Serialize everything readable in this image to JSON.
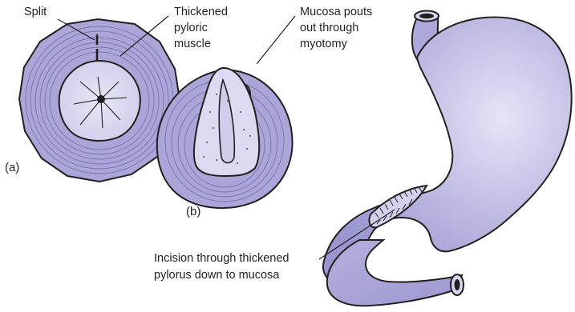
{
  "labels": {
    "split": "Split",
    "thickened_line1": "Thickened",
    "thickened_line2": "pyloric",
    "thickened_line3": "muscle",
    "mucosa_line1": "Mucosa pouts",
    "mucosa_line2": "out through",
    "mucosa_line3": "myotomy",
    "panel_a": "(a)",
    "panel_b": "(b)",
    "incision_line1": "Incision through thickened",
    "incision_line2": "pylorus down to mucosa"
  },
  "colors": {
    "tissue": "#aba8d8",
    "tissue_light": "#c7c4e6",
    "mucosa": "#dcdaf0",
    "ink": "#231f20",
    "background": "#ffffff"
  }
}
